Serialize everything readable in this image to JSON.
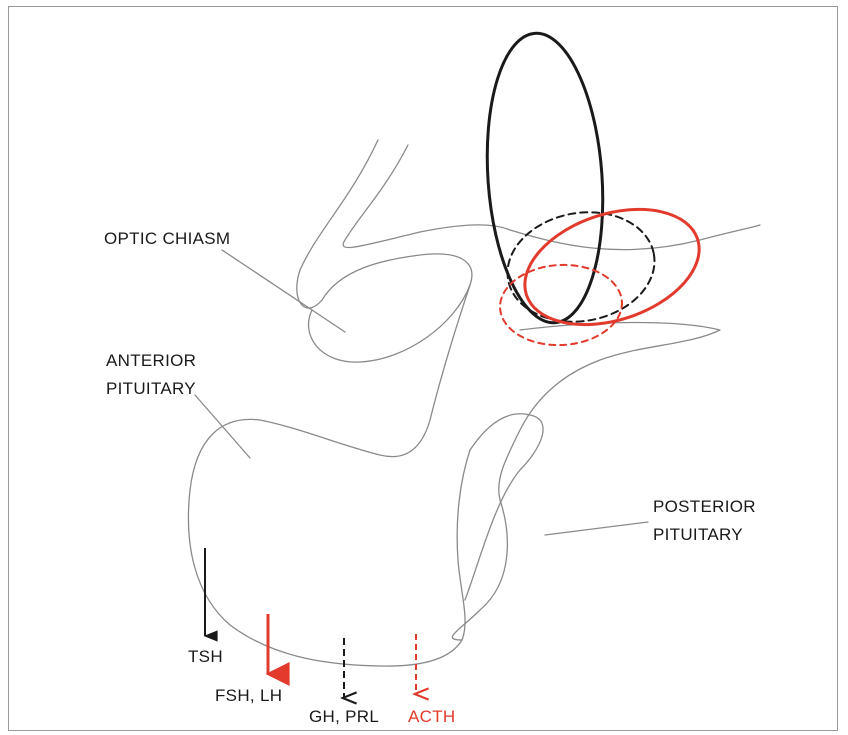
{
  "labels": {
    "optic_chiasm": "OPTIC CHIASM",
    "anterior_pituitary_line1": "ANTERIOR",
    "anterior_pituitary_line2": "PITUITARY",
    "posterior_pituitary_line1": "POSTERIOR",
    "posterior_pituitary_line2": "PITUITARY"
  },
  "hormones": [
    {
      "id": "tsh",
      "label": "TSH",
      "color": "#1a1a1a",
      "style": "solid"
    },
    {
      "id": "fsh-lh",
      "label": "FSH, LH",
      "color": "#e23a2c",
      "style": "solid"
    },
    {
      "id": "gh-prl",
      "label": "GH, PRL",
      "color": "#1a1a1a",
      "style": "dashed"
    },
    {
      "id": "acth",
      "label": "ACTH",
      "color": "#e23a2c",
      "style": "dashed"
    }
  ],
  "colors": {
    "outline": "#8a8a8a",
    "black": "#1a1a1a",
    "red": "#e23a2c"
  }
}
